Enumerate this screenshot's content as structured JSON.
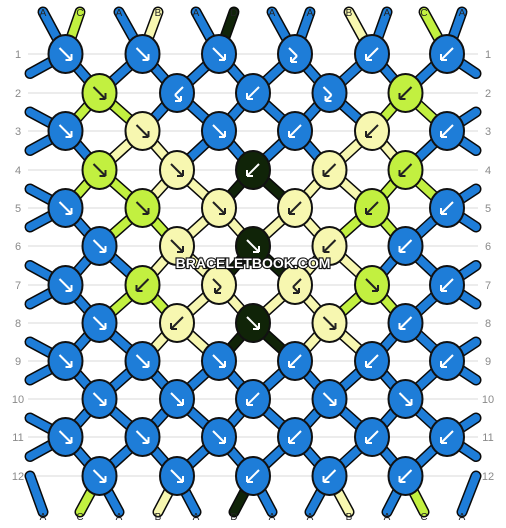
{
  "site_watermark": "BRACELETBOOK.COM",
  "colors": {
    "A": "#1e7dd8",
    "B": "#f7f7b0",
    "C": "#c2f040",
    "D": "#102408"
  },
  "row_labels": [
    "1",
    "2",
    "3",
    "4",
    "5",
    "6",
    "7",
    "8",
    "9",
    "10",
    "11",
    "12"
  ],
  "strands_top": [
    "A",
    "C",
    "A",
    "B",
    "A",
    "D",
    "A",
    "A",
    "B",
    "A",
    "C",
    "A"
  ],
  "strands_bottom": [
    "A",
    "C",
    "A",
    "B",
    "A",
    "D",
    "A",
    "A",
    "B",
    "A",
    "C",
    "A"
  ],
  "knot_colors": [
    [
      "A",
      "A",
      "A",
      "A",
      "A",
      "A"
    ],
    [
      "C",
      "A",
      "A",
      "A",
      "C"
    ],
    [
      "A",
      "B",
      "A",
      "A",
      "B",
      "A"
    ],
    [
      "C",
      "B",
      "D",
      "B",
      "C"
    ],
    [
      "A",
      "C",
      "B",
      "B",
      "C",
      "A"
    ],
    [
      "A",
      "B",
      "D",
      "B",
      "A"
    ],
    [
      "A",
      "C",
      "B",
      "B",
      "C",
      "A"
    ],
    [
      "A",
      "B",
      "D",
      "B",
      "A"
    ],
    [
      "A",
      "A",
      "A",
      "A",
      "A",
      "A"
    ],
    [
      "A",
      "A",
      "A",
      "A",
      "A"
    ],
    [
      "A",
      "A",
      "A",
      "A",
      "A",
      "A"
    ],
    [
      "A",
      "A",
      "A",
      "A",
      "A"
    ]
  ],
  "knot_icons": [
    [
      "fwd",
      "fwd",
      "fwd",
      "fwd-back",
      "back",
      "back"
    ],
    [
      "fwd",
      "back-fwd",
      "back",
      "fwd-back",
      "back"
    ],
    [
      "fwd",
      "fwd",
      "fwd",
      "back",
      "back",
      "back"
    ],
    [
      "fwd",
      "fwd",
      "back",
      "back",
      "back"
    ],
    [
      "fwd",
      "fwd",
      "fwd",
      "back",
      "back",
      "back"
    ],
    [
      "fwd",
      "fwd",
      "fwd",
      "back",
      "back"
    ],
    [
      "fwd",
      "back",
      "fwd-back",
      "back-fwd",
      "fwd",
      "back"
    ],
    [
      "fwd",
      "back",
      "fwd",
      "fwd",
      "back"
    ],
    [
      "fwd",
      "fwd",
      "fwd",
      "back",
      "back",
      "back"
    ],
    [
      "fwd",
      "fwd",
      "back",
      "fwd",
      "fwd"
    ],
    [
      "fwd",
      "fwd",
      "fwd",
      "back",
      "back",
      "back"
    ],
    [
      "fwd",
      "fwd",
      "back",
      "back",
      "back"
    ]
  ]
}
